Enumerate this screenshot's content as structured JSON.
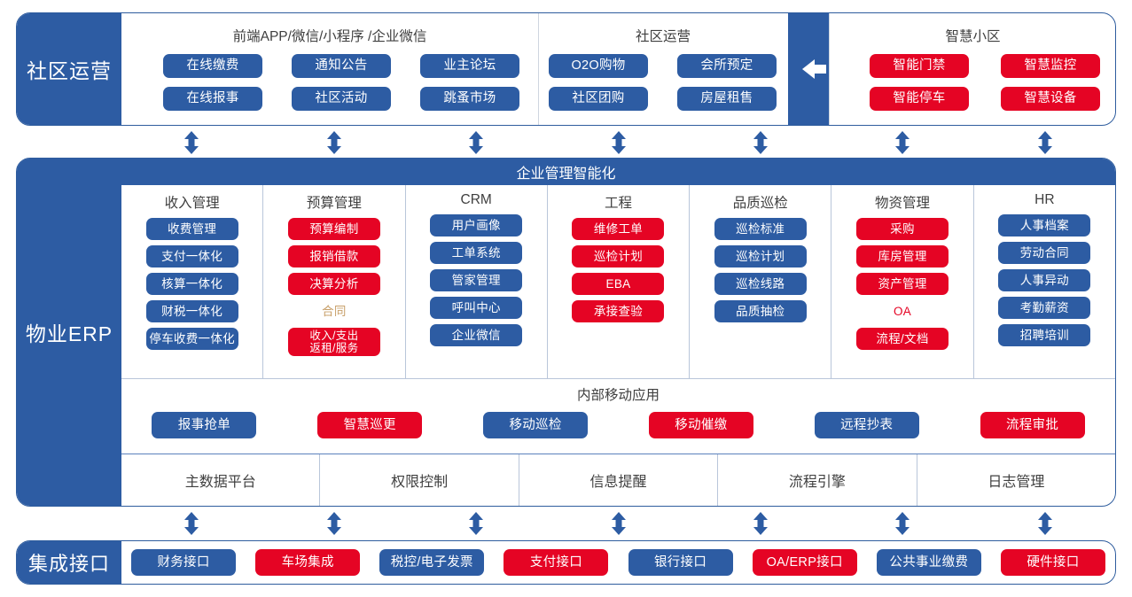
{
  "top_band": {
    "label": "社区运营",
    "groups": [
      {
        "title": "前端APP/微信/小程序 /企业微信",
        "cells": [
          {
            "items": [
              {
                "text": "在线缴费",
                "color": "blue"
              },
              {
                "text": "在线报事",
                "color": "blue"
              }
            ]
          },
          {
            "items": [
              {
                "text": "通知公告",
                "color": "blue"
              },
              {
                "text": "社区活动",
                "color": "blue"
              }
            ]
          },
          {
            "items": [
              {
                "text": "业主论坛",
                "color": "blue"
              },
              {
                "text": "跳蚤市场",
                "color": "blue"
              }
            ]
          }
        ]
      },
      {
        "title": "社区运营",
        "cells": [
          {
            "items": [
              {
                "text": "O2O购物",
                "color": "blue"
              },
              {
                "text": "社区团购",
                "color": "blue"
              }
            ]
          },
          {
            "items": [
              {
                "text": "会所预定",
                "color": "blue"
              },
              {
                "text": "房屋租售",
                "color": "blue"
              }
            ]
          }
        ]
      },
      {
        "title": "智慧小区",
        "cells": [
          {
            "items": [
              {
                "text": "智能门禁",
                "color": "red"
              },
              {
                "text": "智能停车",
                "color": "red"
              }
            ]
          },
          {
            "items": [
              {
                "text": "智慧监控",
                "color": "red"
              },
              {
                "text": "智慧设备",
                "color": "red"
              }
            ]
          }
        ]
      }
    ],
    "arrow_icon": "arrow-left-icon"
  },
  "mid_band": {
    "label": "物业ERP",
    "header": "企业管理智能化",
    "columns": [
      {
        "title": "收入管理",
        "items": [
          {
            "text": "收费管理",
            "color": "blue"
          },
          {
            "text": "支付一体化",
            "color": "blue"
          },
          {
            "text": "核算一体化",
            "color": "blue"
          },
          {
            "text": "财税一体化",
            "color": "blue"
          },
          {
            "text": "停车收费一体化",
            "color": "blue"
          }
        ]
      },
      {
        "title": "预算管理",
        "items": [
          {
            "text": "预算编制",
            "color": "red"
          },
          {
            "text": "报销借款",
            "color": "red"
          },
          {
            "text": "决算分析",
            "color": "red"
          },
          {
            "text": "合同",
            "color": "plain-tan"
          },
          {
            "text": "收入/支出\n返租/服务",
            "color": "red",
            "two_line": true
          }
        ]
      },
      {
        "title": "CRM",
        "items": [
          {
            "text": "用户画像",
            "color": "blue"
          },
          {
            "text": "工单系统",
            "color": "blue"
          },
          {
            "text": "管家管理",
            "color": "blue"
          },
          {
            "text": "呼叫中心",
            "color": "blue"
          },
          {
            "text": "企业微信",
            "color": "blue"
          }
        ]
      },
      {
        "title": "工程",
        "items": [
          {
            "text": "维修工单",
            "color": "red"
          },
          {
            "text": "巡检计划",
            "color": "red"
          },
          {
            "text": "EBA",
            "color": "red"
          },
          {
            "text": "承接查验",
            "color": "red"
          }
        ]
      },
      {
        "title": "品质巡检",
        "items": [
          {
            "text": "巡检标准",
            "color": "blue"
          },
          {
            "text": "巡检计划",
            "color": "blue"
          },
          {
            "text": "巡检线路",
            "color": "blue"
          },
          {
            "text": "品质抽检",
            "color": "blue"
          }
        ]
      },
      {
        "title": "物资管理",
        "items": [
          {
            "text": "采购",
            "color": "red"
          },
          {
            "text": "库房管理",
            "color": "red"
          },
          {
            "text": "资产管理",
            "color": "red"
          },
          {
            "text": "OA",
            "color": "plain-red"
          },
          {
            "text": "流程/文档",
            "color": "red"
          }
        ]
      },
      {
        "title": "HR",
        "items": [
          {
            "text": "人事档案",
            "color": "blue"
          },
          {
            "text": "劳动合同",
            "color": "blue"
          },
          {
            "text": "人事异动",
            "color": "blue"
          },
          {
            "text": "考勤薪资",
            "color": "blue"
          },
          {
            "text": "招聘培训",
            "color": "blue"
          }
        ]
      }
    ],
    "mobile": {
      "title": "内部移动应用",
      "items": [
        {
          "text": "报事抢单",
          "color": "blue"
        },
        {
          "text": "智慧巡更",
          "color": "red"
        },
        {
          "text": "移动巡检",
          "color": "blue"
        },
        {
          "text": "移动催缴",
          "color": "red"
        },
        {
          "text": "远程抄表",
          "color": "blue"
        },
        {
          "text": "流程审批",
          "color": "red"
        }
      ]
    },
    "platform": [
      "主数据平台",
      "权限控制",
      "信息提醒",
      "流程引擎",
      "日志管理"
    ]
  },
  "bottom_band": {
    "label": "集成接口",
    "items": [
      {
        "text": "财务接口",
        "color": "blue"
      },
      {
        "text": "车场集成",
        "color": "red"
      },
      {
        "text": "税控/电子发票",
        "color": "blue"
      },
      {
        "text": "支付接口",
        "color": "red"
      },
      {
        "text": "银行接口",
        "color": "blue"
      },
      {
        "text": "OA/ERP接口",
        "color": "red"
      },
      {
        "text": "公共事业缴费",
        "color": "blue"
      },
      {
        "text": "硬件接口",
        "color": "red"
      }
    ]
  },
  "connectors": {
    "icon": "up-down-arrow-icon",
    "top_row_count": 7,
    "bottom_row_count": 7
  },
  "colors": {
    "blue": "#2d5ca3",
    "red": "#e50424",
    "tan": "#c8a06a",
    "border": "#2f5d9e",
    "divider": "#b9c6da"
  }
}
